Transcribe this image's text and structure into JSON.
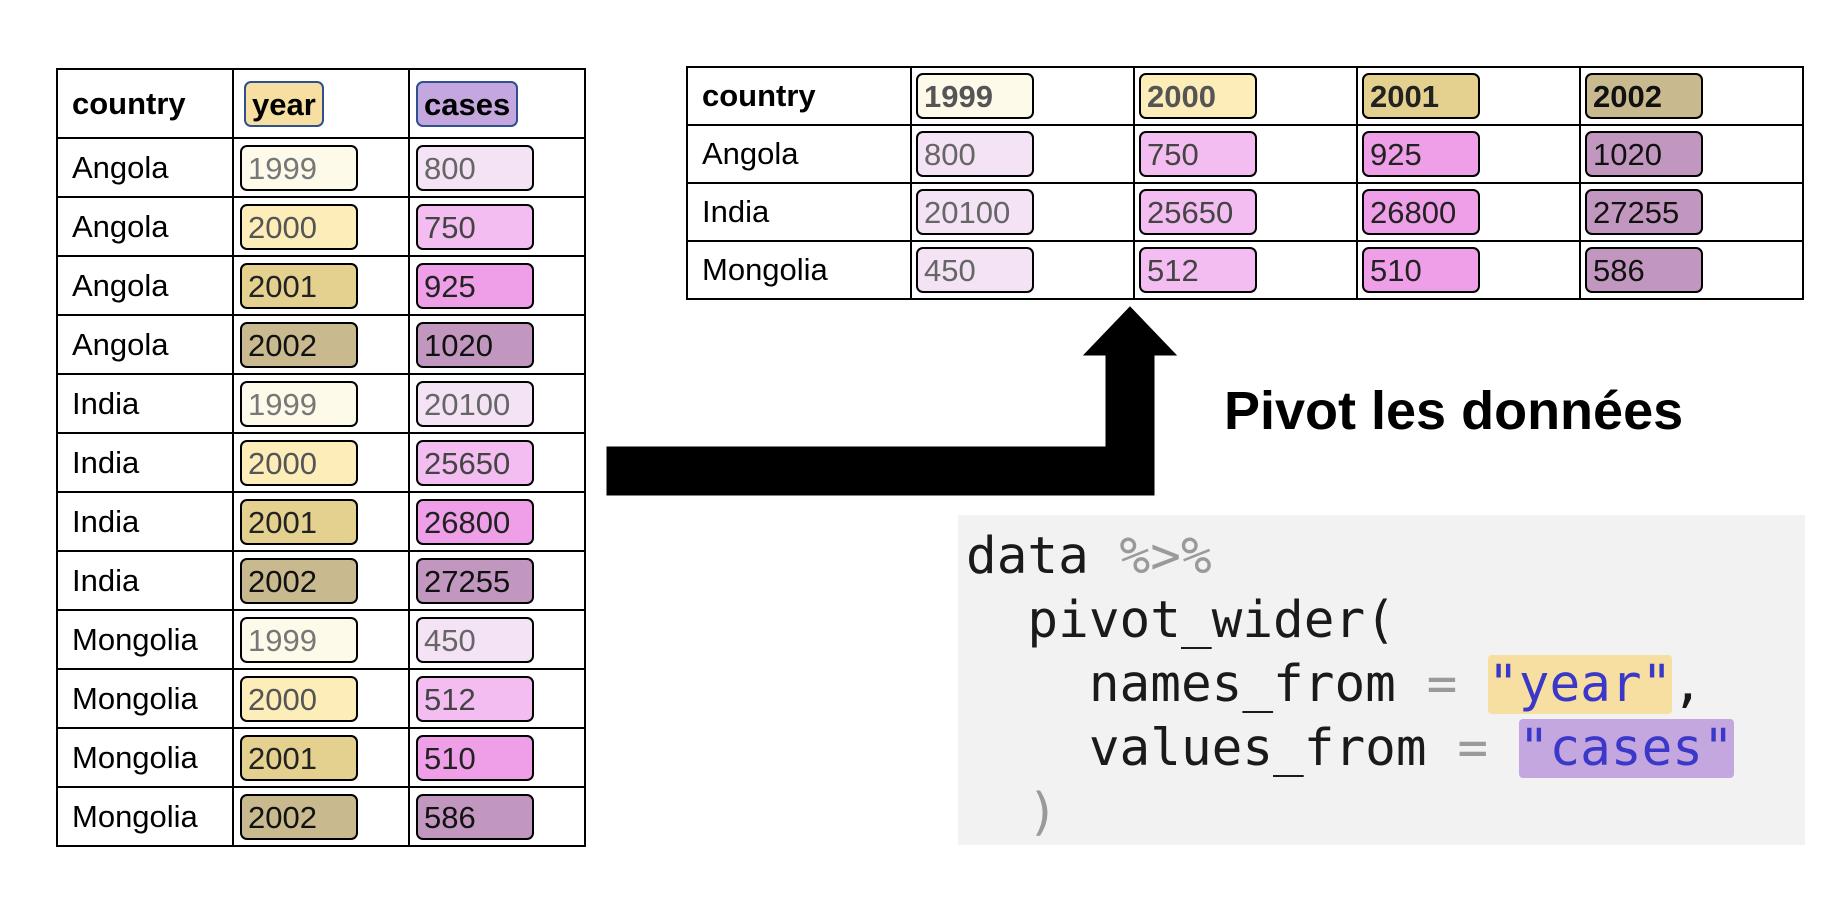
{
  "colors": {
    "year": [
      "#fdfaea",
      "#fdedb9",
      "#e4d08f",
      "#c8b98e"
    ],
    "cases": [
      "#f3e3f5",
      "#f4bdf2",
      "#ee9fe7",
      "#c297bf"
    ],
    "year_header": "#f6dfa0",
    "cases_header": "#c3a7de",
    "code_background": "#f2f2f2",
    "string_color": "#3a37c9",
    "arrow": "#000000"
  },
  "left_table": {
    "headers": [
      "country",
      "year",
      "cases"
    ],
    "rows": [
      [
        "Angola",
        "1999",
        "800"
      ],
      [
        "Angola",
        "2000",
        "750"
      ],
      [
        "Angola",
        "2001",
        "925"
      ],
      [
        "Angola",
        "2002",
        "1020"
      ],
      [
        "India",
        "1999",
        "20100"
      ],
      [
        "India",
        "2000",
        "25650"
      ],
      [
        "India",
        "2001",
        "26800"
      ],
      [
        "India",
        "2002",
        "27255"
      ],
      [
        "Mongolia",
        "1999",
        "450"
      ],
      [
        "Mongolia",
        "2000",
        "512"
      ],
      [
        "Mongolia",
        "2001",
        "510"
      ],
      [
        "Mongolia",
        "2002",
        "586"
      ]
    ]
  },
  "right_table": {
    "headers": [
      "country",
      "1999",
      "2000",
      "2001",
      "2002"
    ],
    "rows": [
      [
        "Angola",
        "800",
        "750",
        "925",
        "1020"
      ],
      [
        "India",
        "20100",
        "25650",
        "26800",
        "27255"
      ],
      [
        "Mongolia",
        "450",
        "512",
        "510",
        "586"
      ]
    ]
  },
  "caption": "Pivot les données",
  "code": {
    "l1_obj": "data",
    "l1_op": "%>%",
    "l2_fn": "pivot_wider(",
    "l3_arg": "names_from",
    "l3_eq": "=",
    "l3_val": "\"year\"",
    "l3_comma": ",",
    "l4_arg": "values_from",
    "l4_eq": "=",
    "l4_val": "\"cases\"",
    "l5_close": ")"
  }
}
